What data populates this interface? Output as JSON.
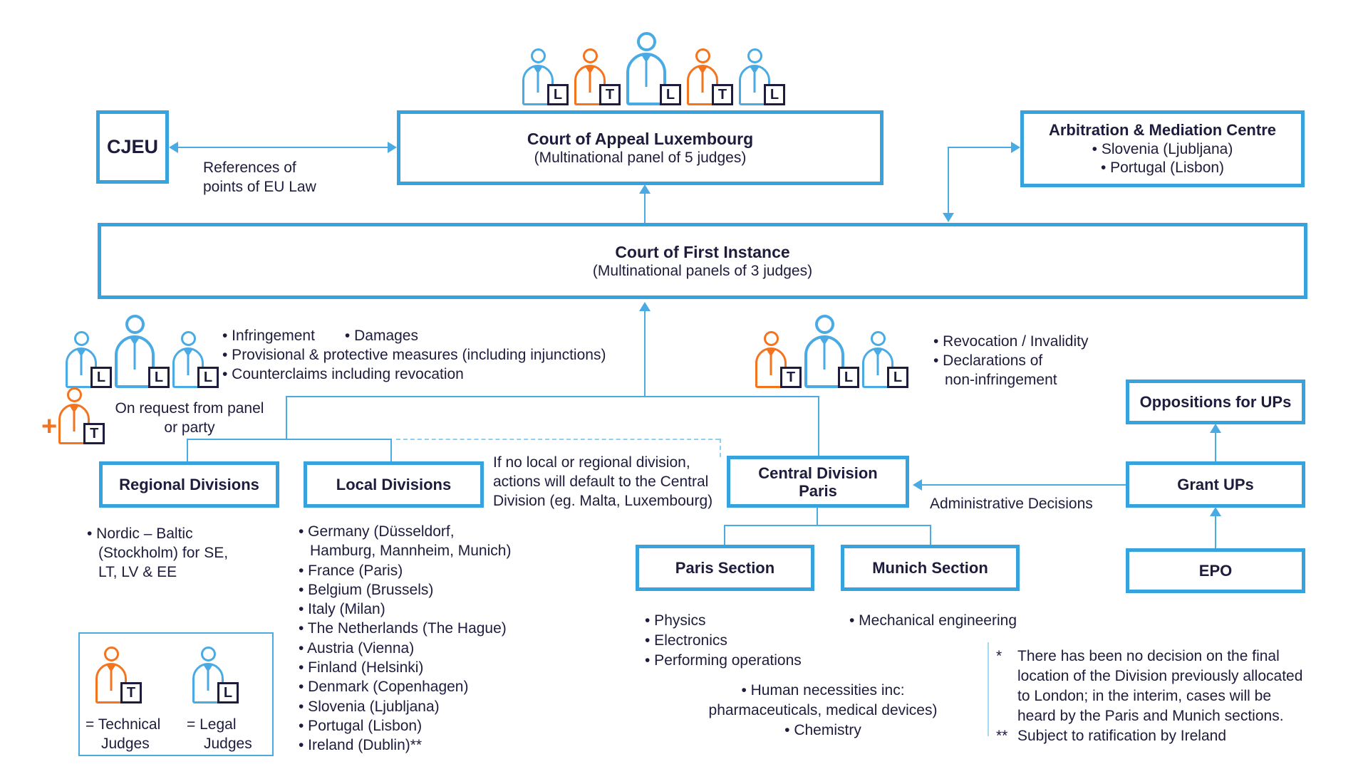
{
  "colors": {
    "box_border": "#36a3df",
    "connector_line": "#4aabe4",
    "dashed_line": "#8fd0f2",
    "text_navy": "#1d1c3d",
    "technical_orange": "#f4731e",
    "legal_blue": "#4aabe4"
  },
  "nodes": {
    "cjeu": {
      "title": "CJEU"
    },
    "court_of_appeal": {
      "title": "Court of Appeal Luxembourg",
      "subtitle": "(Multinational panel of 5 judges)"
    },
    "arbitration_centre": {
      "title": "Arbitration & Mediation Centre",
      "item1": "• Slovenia (Ljubljana)",
      "item2": "• Portugal (Lisbon)"
    },
    "court_of_first_instance": {
      "title": "Court of First Instance",
      "subtitle": "(Multinational panels of 3 judges)"
    },
    "regional_divisions": {
      "title": "Regional Divisions"
    },
    "local_divisions": {
      "title": "Local Divisions"
    },
    "central_division": {
      "title": "Central Division",
      "subtitle": "Paris"
    },
    "paris_section": {
      "title": "Paris Section"
    },
    "munich_section": {
      "title": "Munich Section"
    },
    "oppositions_for_ups": {
      "title": "Oppositions for UPs"
    },
    "grant_ups": {
      "title": "Grant UPs"
    },
    "epo": {
      "title": "EPO"
    }
  },
  "labels": {
    "references_line1": "References of",
    "references_line2": "points of EU Law",
    "on_request_line1": "On request from panel",
    "on_request_line2": "or party",
    "administrative_decisions": "Administrative Decisions",
    "if_no_local_line1": "If no local or regional division,",
    "if_no_local_line2": "actions will default to the Central",
    "if_no_local_line3": "Division (eg. Malta, Luxembourg)"
  },
  "cfi_competences_left": {
    "item1": "• Infringement",
    "item2": "• Damages",
    "item3": "• Provisional & protective measures (including injunctions)",
    "item4": "• Counterclaims including revocation"
  },
  "cfi_competences_right": {
    "item1": "• Revocation / Invalidity",
    "item2": "• Declarations of",
    "item2_cont": "non-infringement"
  },
  "regional_note": {
    "line1": "• Nordic – Baltic",
    "line2": "(Stockholm) for SE,",
    "line3": "LT, LV & EE"
  },
  "local_divisions_list": {
    "l1": "• Germany (Düsseldorf,",
    "l2": "Hamburg, Mannheim, Munich)",
    "l3": "• France (Paris)",
    "l4": "• Belgium (Brussels)",
    "l5": "• Italy (Milan)",
    "l6": "• The Netherlands (The Hague)",
    "l7": "• Austria (Vienna)",
    "l8": "• Finland (Helsinki)",
    "l9": "• Denmark (Copenhagen)",
    "l10": "• Slovenia (Ljubljana)",
    "l11": "• Portugal (Lisbon)",
    "l12": "• Ireland (Dublin)**"
  },
  "paris_section_list": {
    "l1": "• Physics",
    "l2": "• Electronics",
    "l3": "• Performing operations"
  },
  "munich_section_list": {
    "l1": "• Mechanical engineering"
  },
  "central_division_list": {
    "l1": "• Human necessities inc:",
    "l2": "pharmaceuticals, medical devices)",
    "l3": "• Chemistry"
  },
  "footnotes": {
    "marker1": "*",
    "line1": "There has been no decision on the final",
    "line2": "location of the Division previously allocated",
    "line3": "to London; in the interim, cases will be",
    "line4": "heard by the Paris and Munich sections.",
    "marker2": "**",
    "line5": "Subject to ratification by Ireland"
  },
  "legend": {
    "technical_letter": "T",
    "technical_line1": "= Technical",
    "technical_line2": "Judges",
    "legal_letter": "L",
    "legal_line1": "= Legal",
    "legal_line2": "Judges"
  },
  "judges": {
    "appeal_panel": [
      "L",
      "T",
      "L",
      "T",
      "L"
    ],
    "cfi_left": [
      "L",
      "L",
      "L"
    ],
    "request_plus": "+",
    "request_technical": "T",
    "cfi_right": [
      "T",
      "L",
      "L"
    ]
  }
}
